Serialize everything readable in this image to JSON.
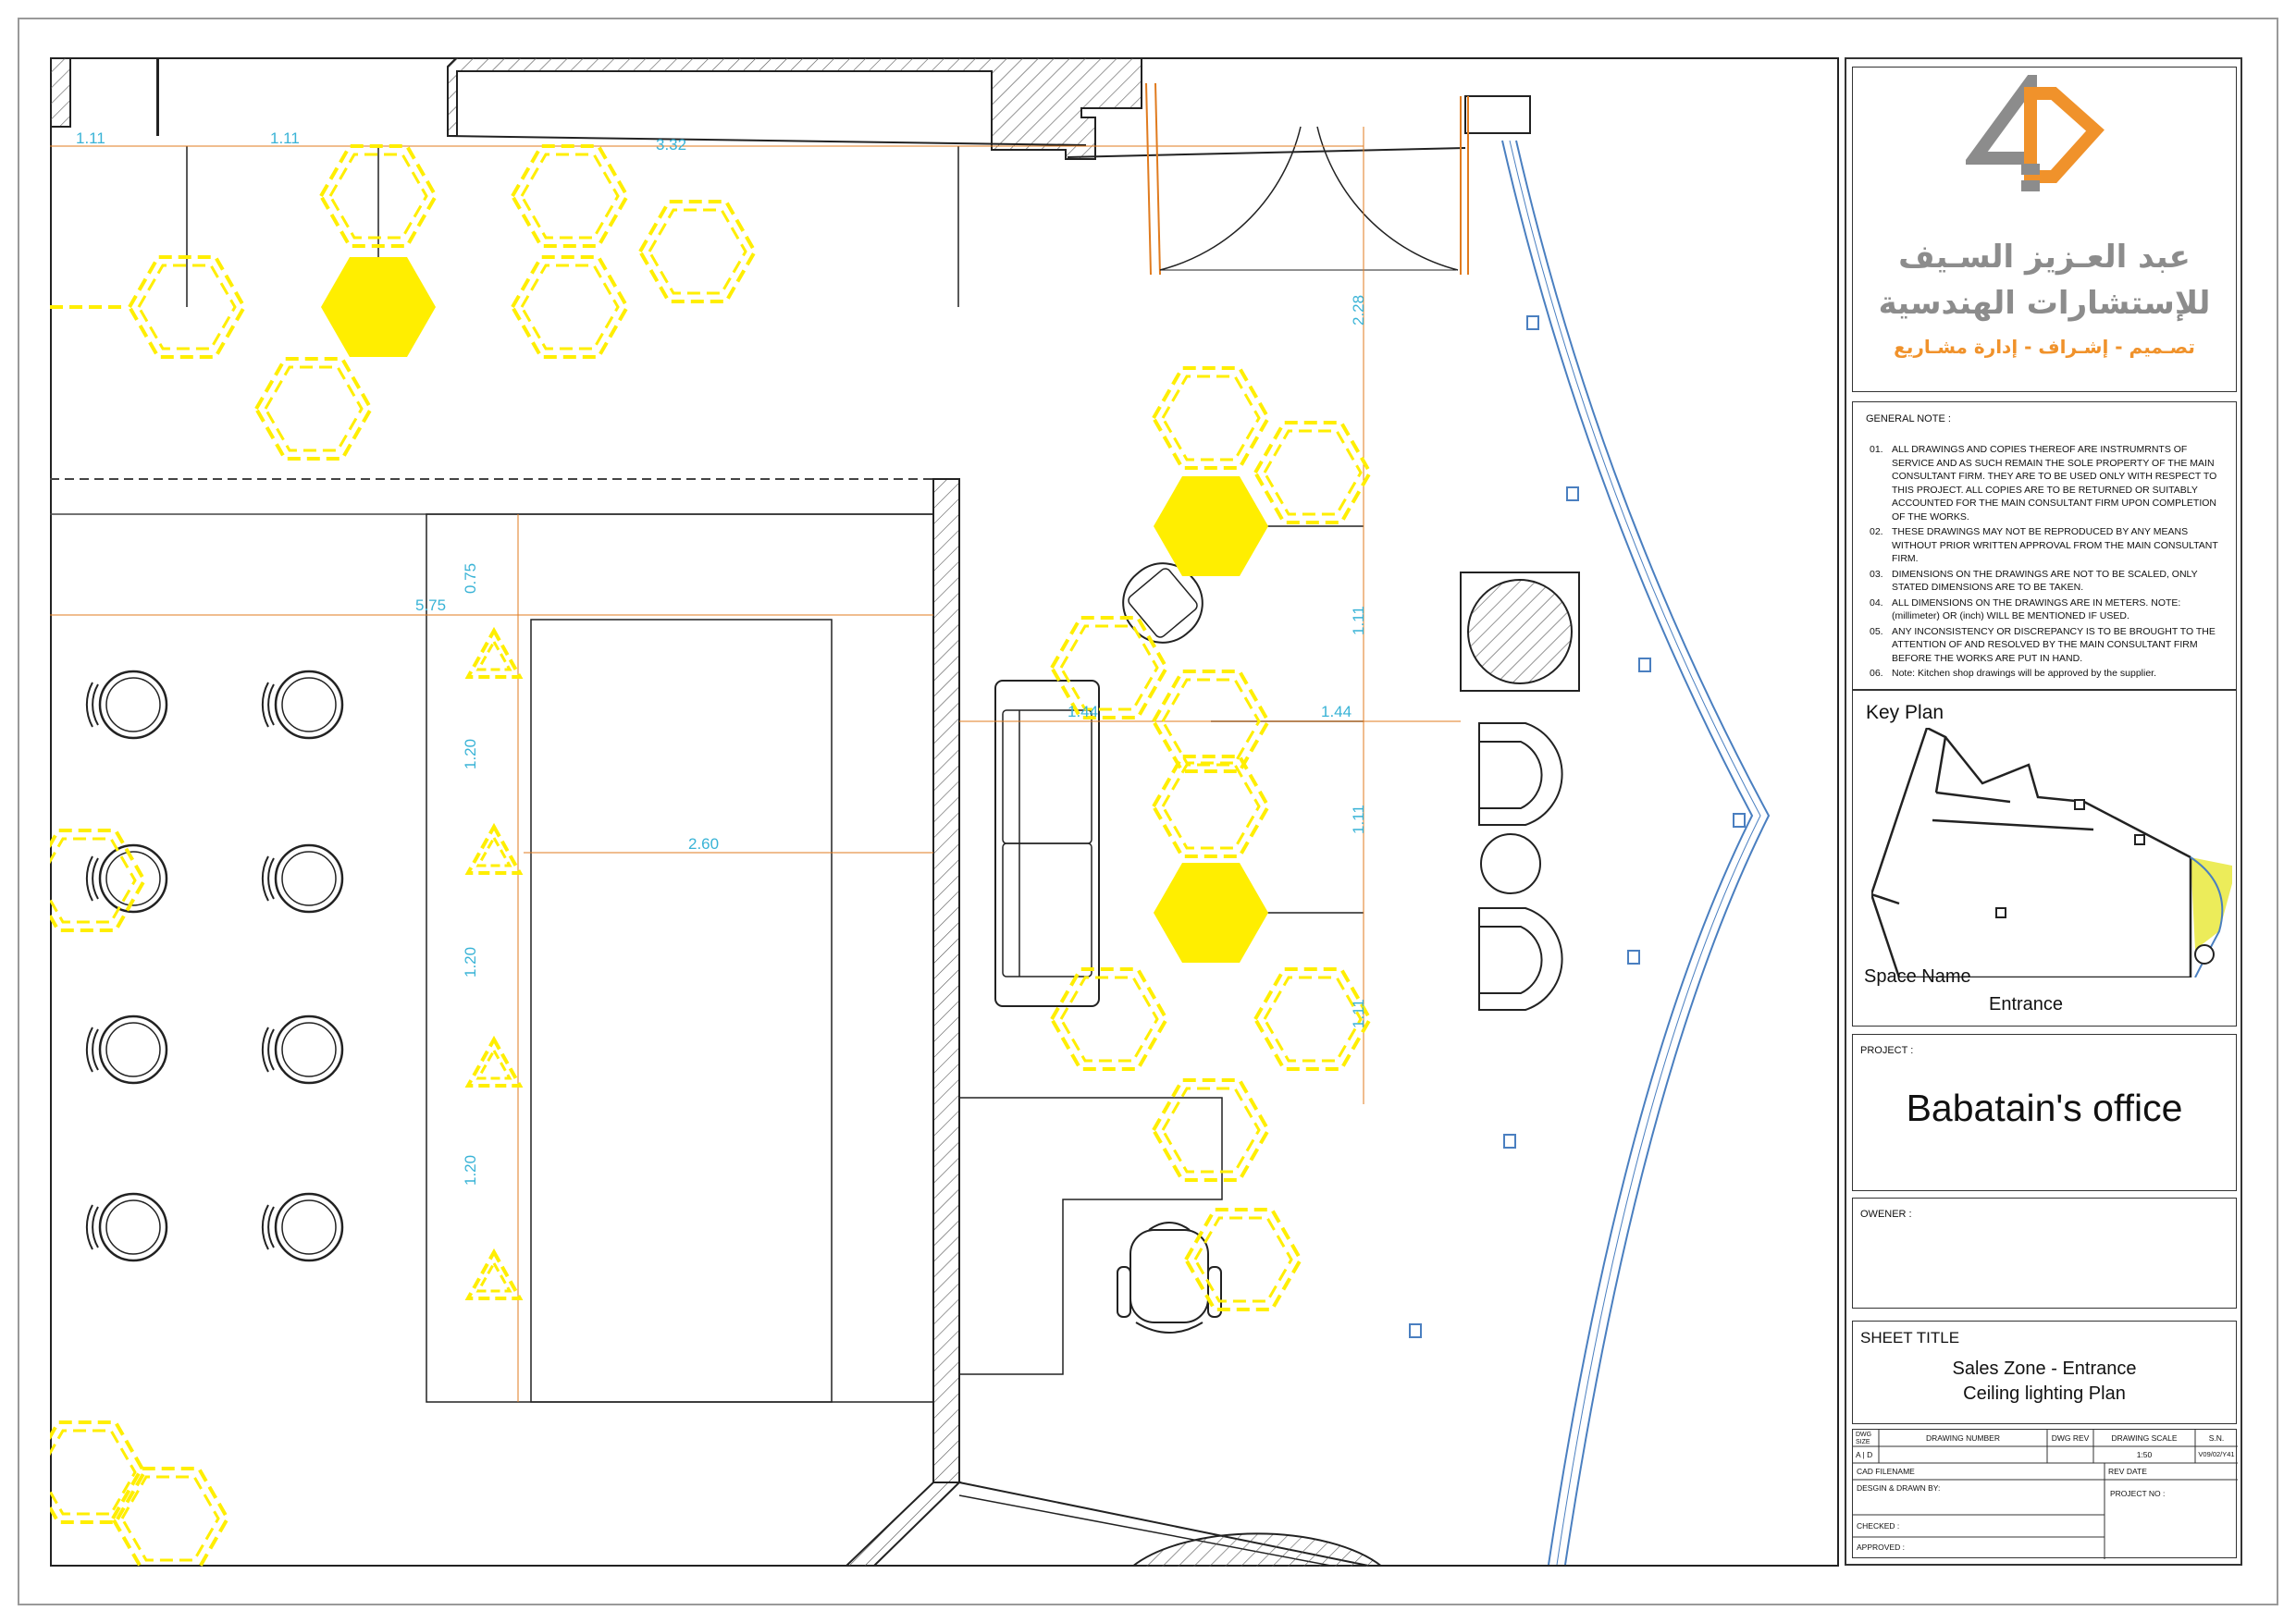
{
  "drawing": {
    "dimensions": {
      "d_top_1": "1.11",
      "d_top_2": "1.11",
      "d_top_3": "3.32",
      "d_vert_228": "2.28",
      "d_075": "0.75",
      "d_575": "5.75",
      "d_120_a": "1.20",
      "d_260": "2.60",
      "d_120_b": "1.20",
      "d_120_c": "1.20",
      "d_144_a": "1.44",
      "d_144_b": "1.44",
      "d_111_a": "1.11",
      "d_111_b": "1.11",
      "d_111_c": "1.11"
    },
    "colors": {
      "highlight": "#ffee00",
      "dimension": "#39b3d6",
      "door": "#e07b1f",
      "window": "#4a7fc0",
      "line": "#222222"
    }
  },
  "logo": {
    "mark": "4D",
    "arabic_name_line1": "عبد العـزيز السـيف",
    "arabic_name_line2": "للإستشارات الهندسية",
    "arabic_services": "تصـميم - إشـراف - إدارة مشـاريع",
    "colors": {
      "grey": "#8c8c8c",
      "orange": "#f0922b"
    }
  },
  "general_note": {
    "title": "GENERAL NOTE :",
    "items": [
      {
        "num": "01.",
        "text": "ALL DRAWINGS AND COPIES THEREOF ARE INSTRUMRNTS OF SERVICE AND AS SUCH REMAIN THE SOLE PROPERTY OF THE MAIN CONSULTANT FIRM. THEY ARE TO BE USED ONLY WITH RESPECT TO THIS PROJECT. ALL COPIES ARE TO BE RETURNED OR SUITABLY ACCOUNTED FOR THE MAIN CONSULTANT FIRM UPON COMPLETION OF THE WORKS."
      },
      {
        "num": "02.",
        "text": "THESE DRAWINGS MAY NOT BE REPRODUCED BY ANY MEANS WITHOUT PRIOR WRITTEN APPROVAL FROM THE MAIN CONSULTANT FIRM."
      },
      {
        "num": "03.",
        "text": "DIMENSIONS ON THE DRAWINGS ARE NOT TO BE SCALED, ONLY STATED DIMENSIONS ARE TO BE TAKEN."
      },
      {
        "num": "04.",
        "text": "ALL DIMENSIONS ON THE DRAWINGS ARE IN METERS. NOTE: (millimeter) OR (inch) WILL BE MENTIONED IF USED."
      },
      {
        "num": "05.",
        "text": "ANY INCONSISTENCY OR DISCREPANCY IS TO BE BROUGHT TO THE ATTENTION OF AND RESOLVED BY THE MAIN CONSULTANT FIRM BEFORE THE WORKS ARE PUT IN HAND."
      },
      {
        "num": "06.",
        "text": "Note:  Kitchen shop drawings will be approved by the supplier."
      }
    ]
  },
  "key_plan": {
    "title": "Key Plan",
    "space_label": "Space Name",
    "space_value": "Entrance"
  },
  "project": {
    "label": "PROJECT :",
    "name": "Babatain's office"
  },
  "owner": {
    "label": "OWENER :"
  },
  "sheet": {
    "label": "SHEET TITLE",
    "title_line1": "Sales Zone - Entrance",
    "title_line2": "Ceiling lighting  Plan"
  },
  "table": {
    "dwg_size": "DWG SIZE",
    "drawing_number": "DRAWING NUMBER",
    "dwg_rev": "DWG REV",
    "drawing_scale": "DRAWING SCALE",
    "sn": "S.N.",
    "size_value": "A | D",
    "scale_value": "1:50",
    "sn_value": "V09/02/Y41",
    "cad_file": "CAD FILENAME",
    "rev_date": "REV  DATE",
    "design": "DESGIN &  DRAWN  BY:",
    "project_no": "PROJECT NO  :",
    "checked": "CHECKED      :",
    "approved": "APPROVED   :"
  }
}
